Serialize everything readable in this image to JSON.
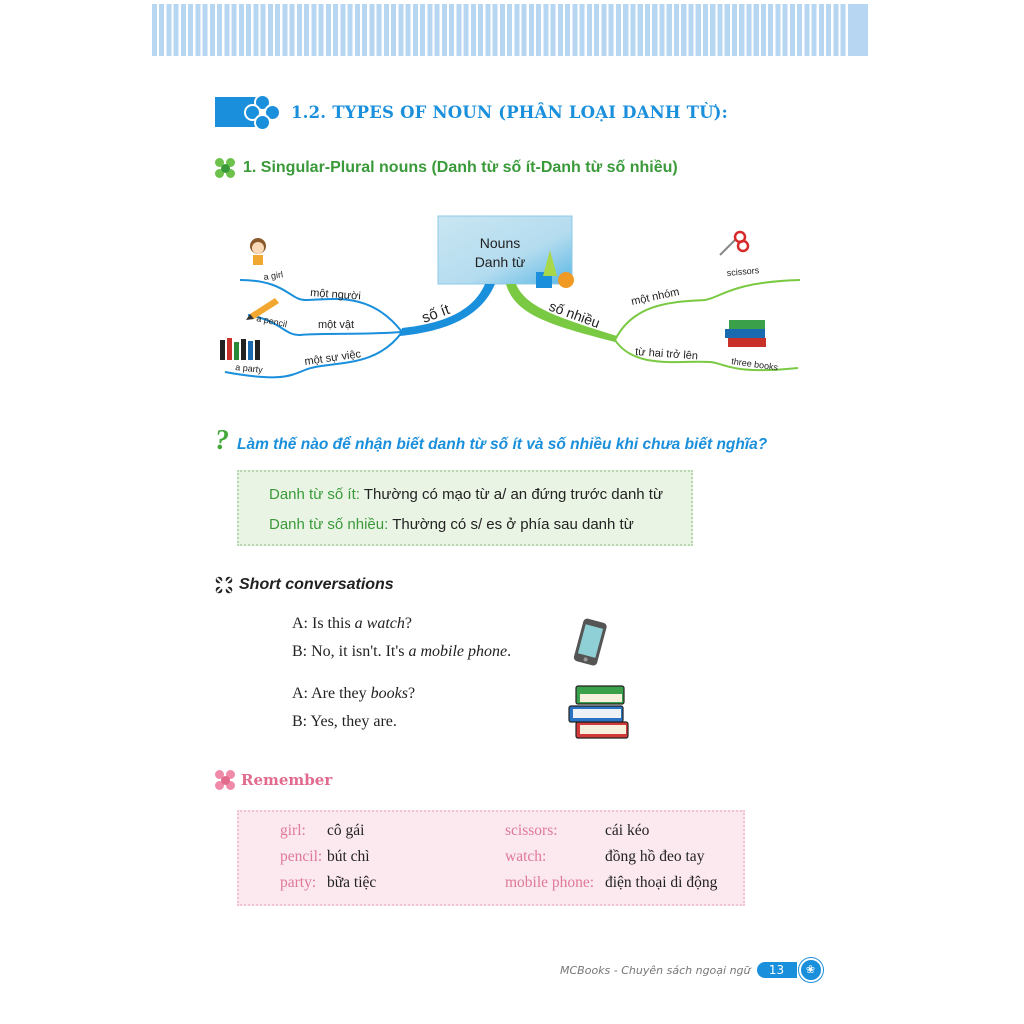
{
  "colors": {
    "blue": "#1a8fdc",
    "green": "#3a9a3a",
    "pink": "#e26b8d",
    "stripe": "#b6d6f2"
  },
  "section": {
    "icon": "four-circles-icon",
    "title": "1.2. TYPES OF NOUN (PHÂN LOẠI DANH TỪ):"
  },
  "subsection": {
    "icon": "clover-icon",
    "title": "1. Singular-Plural nouns (Danh từ số ít-Danh từ số nhiều)"
  },
  "mindmap": {
    "center": {
      "line1": "Nouns",
      "line2": "Danh từ"
    },
    "singular": {
      "label": "số ít",
      "branches": [
        {
          "label": "một người",
          "example": "a girl",
          "icon": "girl-icon"
        },
        {
          "label": "một vật",
          "example": "a pencil",
          "icon": "pencil-icon"
        },
        {
          "label": "một sự việc",
          "example": "a party",
          "icon": "party-people-icon"
        }
      ]
    },
    "plural": {
      "label": "số nhiều",
      "branches": [
        {
          "label": "một nhóm",
          "example": "scissors",
          "icon": "scissors-icon"
        },
        {
          "label": "từ hai trở lên",
          "example": "three books",
          "icon": "books-icon"
        }
      ]
    }
  },
  "question": {
    "mark": "?",
    "text": "Làm thế nào để nhận biết danh từ số ít và số nhiều khi chưa biết nghĩa?"
  },
  "rules": [
    {
      "label": "Danh từ số ít:",
      "text": " Thường có mạo từ a/ an đứng trước danh từ"
    },
    {
      "label": "Danh từ số nhiều:",
      "text": " Thường có s/ es ở phía sau danh từ"
    }
  ],
  "conversations": {
    "icon": "cross-clover-icon",
    "title": "Short conversations",
    "dialogs": [
      {
        "icon": "mobile-phone-icon",
        "lines": [
          {
            "prefix": "A: Is this ",
            "italic": "a watch",
            "suffix": "?"
          },
          {
            "prefix": "B: No, it isn't. It's ",
            "italic": "a mobile phone",
            "suffix": "."
          }
        ]
      },
      {
        "icon": "books-icon",
        "lines": [
          {
            "prefix": "A: Are they ",
            "italic": "books",
            "suffix": "?"
          },
          {
            "prefix": "B: Yes, they are.",
            "italic": "",
            "suffix": ""
          }
        ]
      }
    ]
  },
  "remember": {
    "icon": "pink-clover-icon",
    "title": "Remember",
    "left": [
      {
        "en": "girl:",
        "vi": "cô gái"
      },
      {
        "en": "pencil:",
        "vi": "bút chì"
      },
      {
        "en": "party:",
        "vi": "bữa tiệc"
      }
    ],
    "right": [
      {
        "en": "scissors:",
        "vi": "cái kéo"
      },
      {
        "en": "watch:",
        "vi": "đồng hồ đeo tay"
      },
      {
        "en": "mobile phone:",
        "vi": "điện thoại di động"
      }
    ]
  },
  "footer": {
    "text": "MCBooks - Chuyên sách ngoại ngữ",
    "page_number": "13",
    "icon": "paw-icon"
  }
}
